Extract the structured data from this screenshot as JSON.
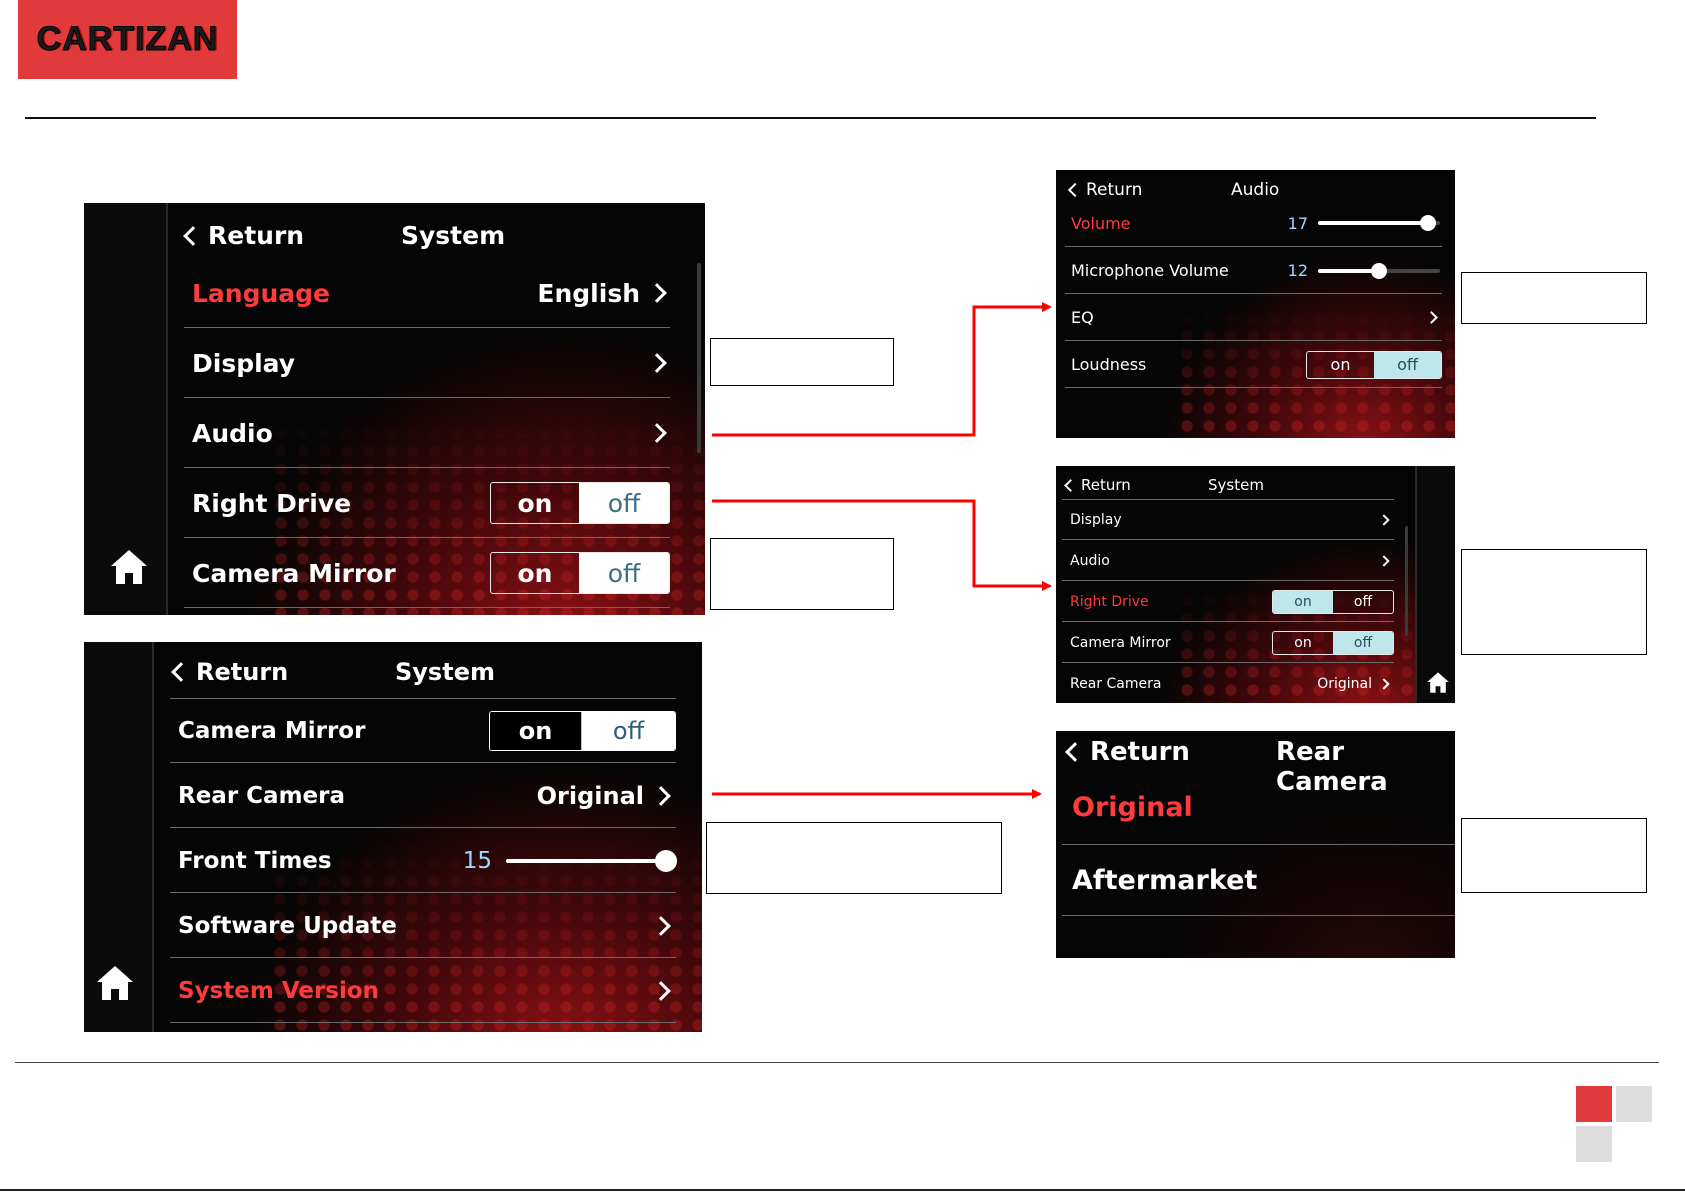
{
  "brand": {
    "logo_text": "CARTIZAN",
    "accent": "#e03a3c"
  },
  "screens": {
    "system_a": {
      "return": "Return",
      "title": "System",
      "rows": [
        {
          "label": "Language",
          "value": "English"
        },
        {
          "label": "Display"
        },
        {
          "label": "Audio"
        },
        {
          "label": "Right Drive",
          "on": "on",
          "off": "off"
        },
        {
          "label": "Camera Mirror",
          "on": "on",
          "off": "off"
        }
      ]
    },
    "system_b": {
      "return": "Return",
      "title": "System",
      "rows": [
        {
          "label": "Camera Mirror",
          "on": "on",
          "off": "off"
        },
        {
          "label": "Rear Camera",
          "value": "Original"
        },
        {
          "label": "Front Times",
          "value": "15",
          "level": 1.0
        },
        {
          "label": "Software Update"
        },
        {
          "label": "System Version"
        }
      ]
    },
    "audio": {
      "return": "Return",
      "title": "Audio",
      "rows": [
        {
          "label": "Volume",
          "value": "17",
          "level": 0.9
        },
        {
          "label": "Microphone Volume",
          "value": "12",
          "level": 0.5
        },
        {
          "label": "EQ"
        },
        {
          "label": "Loudness",
          "on": "on",
          "off": "off"
        }
      ]
    },
    "system_c": {
      "return": "Return",
      "title": "System",
      "rows": [
        {
          "label": "Display"
        },
        {
          "label": "Audio"
        },
        {
          "label": "Right Drive",
          "on": "on",
          "off": "off"
        },
        {
          "label": "Camera Mirror",
          "on": "on",
          "off": "off"
        },
        {
          "label": "Rear Camera",
          "value": "Original"
        }
      ]
    },
    "rear_camera": {
      "return": "Return",
      "title": "Rear Camera",
      "rows": [
        {
          "label": "Original"
        },
        {
          "label": "Aftermarket"
        }
      ]
    }
  },
  "colors": {
    "highlight": "#ff3b3b",
    "arrow": "#ff0000",
    "toggle_selected": "#bfe6ea"
  },
  "icons": [
    "home-icon",
    "chevron-left-icon",
    "chevron-right-icon"
  ]
}
